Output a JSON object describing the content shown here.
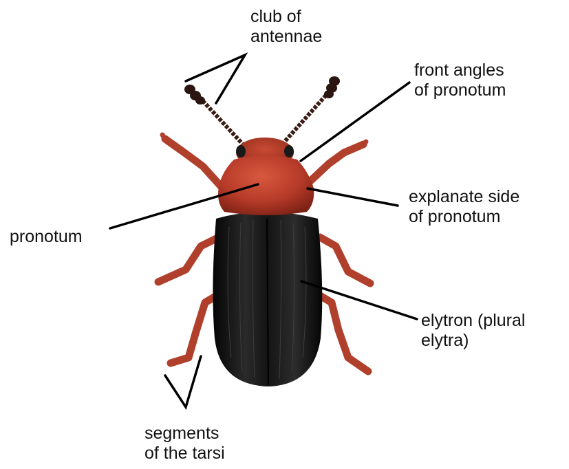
{
  "labels": {
    "club": {
      "line1": "club of",
      "line2": "antennae"
    },
    "front_angles": {
      "line1": "front angles",
      "line2": "of pronotum"
    },
    "explanate_side": {
      "line1": "explanate side",
      "line2": "of pronotum"
    },
    "pronotum": {
      "line1": "pronotum"
    },
    "elytron": {
      "line1": "elytron (plural",
      "line2": "elytra)"
    },
    "tarsi": {
      "line1": "segments",
      "line2": "of the tarsi"
    }
  },
  "colors": {
    "background": "#ffffff",
    "label_text": "#111111",
    "leader_line": "#000000",
    "pronotum_red": "#b53a28",
    "leg_red": "#b0402c",
    "elytra_black": "#141414",
    "antenna_dark": "#3a1d14"
  }
}
